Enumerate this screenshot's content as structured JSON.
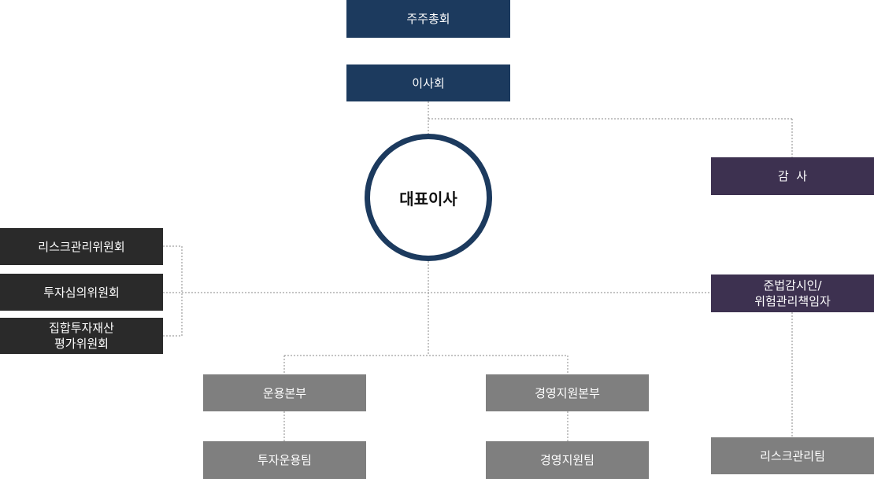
{
  "nodes": {
    "shareholders": "주주총회",
    "board": "이사회",
    "ceo": "대표이사",
    "audit": "감  사",
    "compliance": "준법감시인/\n위험관리책임자",
    "risk_committee": "리스크관리위원회",
    "investment_committee": "투자심의위원회",
    "valuation_committee": "집합투자재산\n평가위원회",
    "asset_management_division": "운용본부",
    "management_support_division": "경영지원본부",
    "investment_management_team": "투자운용팀",
    "management_support_team": "경영지원팀",
    "risk_management_team": "리스크관리팀"
  },
  "colors": {
    "executive": "#1c3a5e",
    "oversight": "#3d3150",
    "committee": "#2a2a2a",
    "division": "#7f7f7f",
    "connector": "#888888"
  }
}
